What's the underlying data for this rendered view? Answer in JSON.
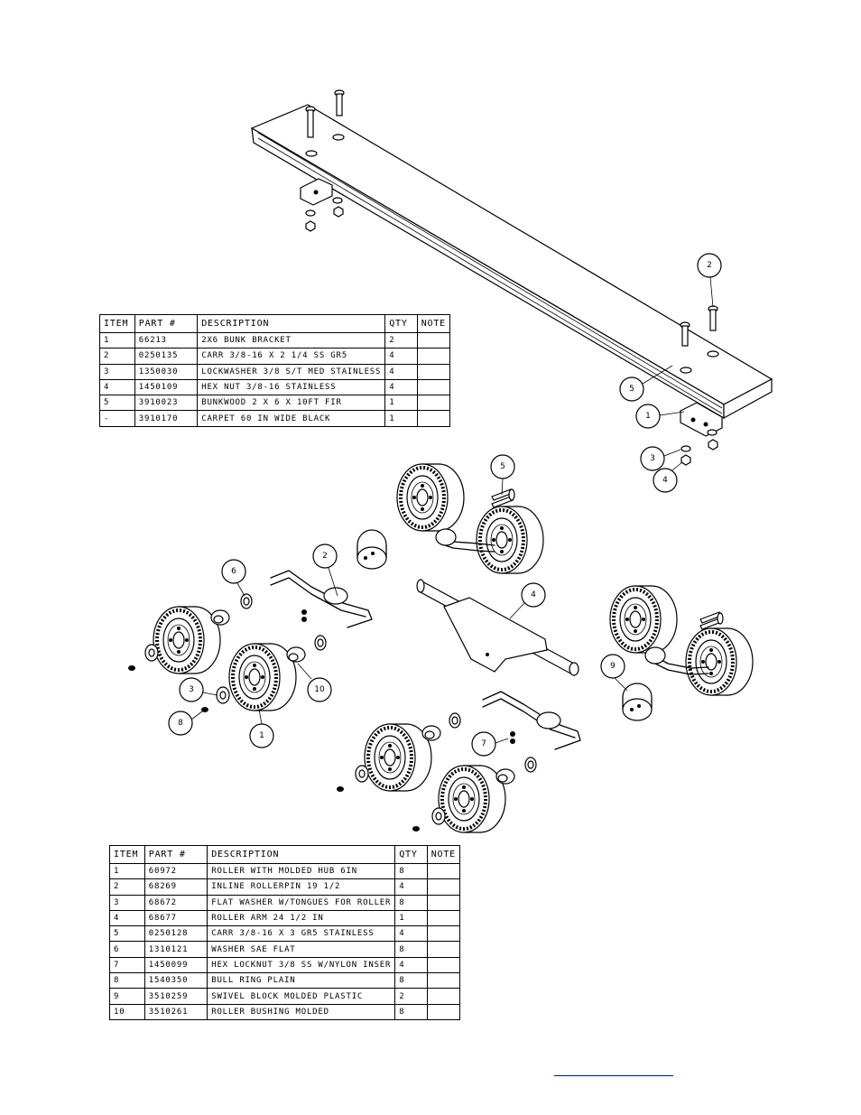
{
  "table1": {
    "headers": [
      "ITEM",
      "PART #",
      "DESCRIPTION",
      "QTY",
      "NOTE"
    ],
    "rows": [
      [
        "1",
        "66213",
        "2X6 BUNK BRACKET",
        "2",
        ""
      ],
      [
        "2",
        "0250135",
        "CARR 3/8-16 X 2 1/4 SS GR5",
        "4",
        ""
      ],
      [
        "3",
        "1350030",
        "LOCKWASHER 3/8 S/T MED STAINLESS",
        "4",
        ""
      ],
      [
        "4",
        "1450109",
        "HEX NUT 3/8-16 STAINLESS",
        "4",
        ""
      ],
      [
        "5",
        "3910023",
        "BUNKWOOD   2 X 6 X 10FT FIR",
        "1",
        ""
      ],
      [
        "-",
        "3910170",
        "CARPET 60 IN WIDE BLACK",
        "1",
        ""
      ]
    ]
  },
  "table2": {
    "headers": [
      "ITEM",
      "PART #",
      "DESCRIPTION",
      "QTY",
      "NOTE"
    ],
    "rows": [
      [
        "1",
        "60972",
        "ROLLER WITH MOLDED HUB  6IN",
        "8",
        ""
      ],
      [
        "2",
        "68269",
        "INLINE ROLLERPIN 19 1/2",
        "4",
        ""
      ],
      [
        "3",
        "68672",
        "FLAT WASHER W/TONGUES FOR ROLLER",
        "8",
        ""
      ],
      [
        "4",
        "68677",
        "ROLLER ARM   24 1/2 IN",
        "1",
        ""
      ],
      [
        "5",
        "0250128",
        "CARR 3/8-16 X 3 GR5 STAINLESS",
        "4",
        ""
      ],
      [
        "6",
        "1310121",
        "WASHER SAE FLAT",
        "8",
        ""
      ],
      [
        "7",
        "1450099",
        "HEX LOCKNUT 3/8 SS W/NYLON INSER",
        "4",
        ""
      ],
      [
        "8",
        "1540350",
        "BULL RING PLAIN",
        "8",
        ""
      ],
      [
        "9",
        "3510259",
        "SWIVEL BLOCK MOLDED PLASTIC",
        "2",
        ""
      ],
      [
        "10",
        "3510261",
        "ROLLER BUSHING MOLDED",
        "8",
        ""
      ]
    ]
  },
  "balloons_top": [
    "2",
    "5",
    "1",
    "3",
    "4"
  ],
  "balloons_bottom": [
    "5",
    "2",
    "6",
    "4",
    "9",
    "3",
    "10",
    "8",
    "1",
    "7"
  ]
}
